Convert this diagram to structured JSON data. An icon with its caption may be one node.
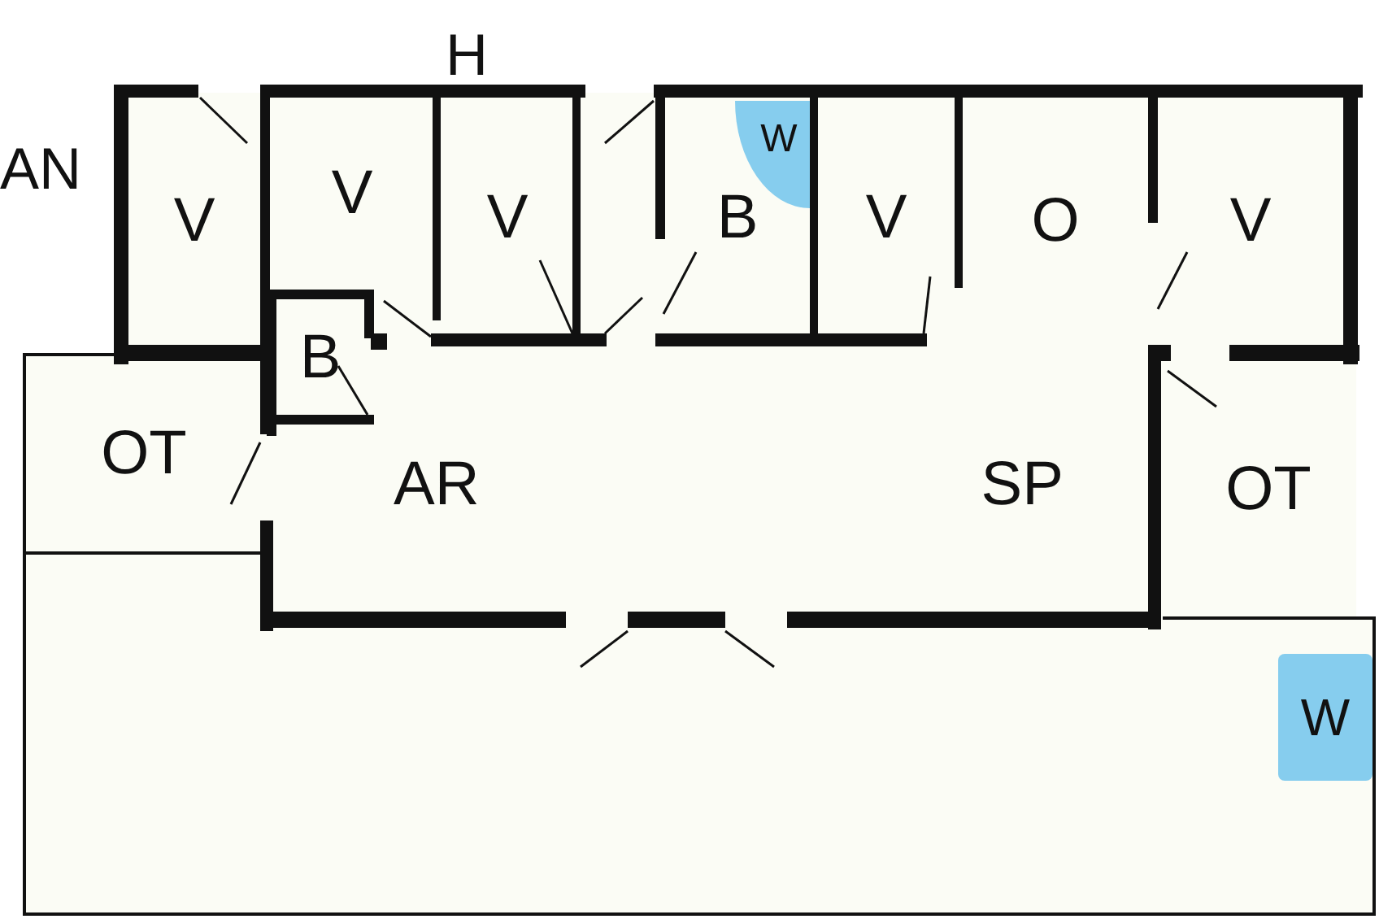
{
  "diagram": {
    "nodes": [
      {
        "text": [
          "V"
        ]
      },
      {
        "text": [
          "V"
        ]
      },
      {
        "text": [
          "V"
        ]
      },
      {
        "text": [
          "B"
        ]
      },
      {
        "text": [
          "W"
        ],
        "in": 3
      },
      {
        "text": [
          "V"
        ]
      },
      {
        "text": [
          "O"
        ]
      },
      {
        "text": [
          "V"
        ]
      },
      {
        "text": [
          "B"
        ]
      },
      {
        "text": [
          "OT"
        ]
      },
      {
        "text": [
          "AR",
          "SP"
        ]
      },
      {
        "text": [
          "OT"
        ]
      },
      {
        "text": [
          "W"
        ]
      }
    ],
    "labels": [
      "H",
      "AN"
    ]
  }
}
